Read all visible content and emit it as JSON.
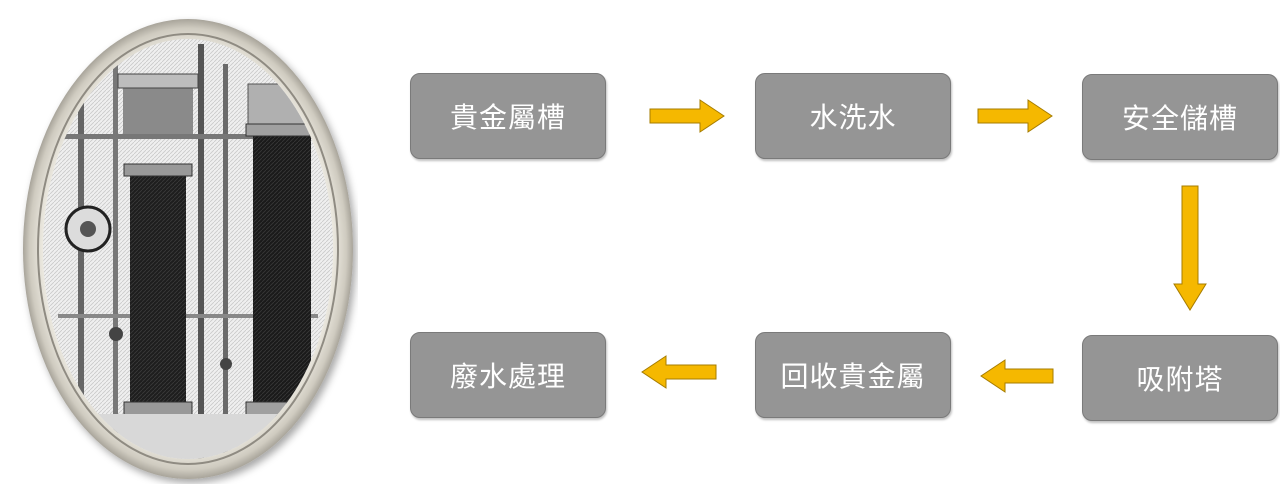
{
  "colors": {
    "box_fill": "#959595",
    "box_text": "#ffffff",
    "arrow_fill": "#f5b800",
    "arrow_stroke": "#a67c00",
    "frame": "#d9d6cc"
  },
  "flow": {
    "nodes": [
      {
        "id": "box-1",
        "label": "貴金屬槽"
      },
      {
        "id": "box-2",
        "label": "水洗水"
      },
      {
        "id": "box-3",
        "label": "安全儲槽"
      },
      {
        "id": "box-4",
        "label": "吸附塔"
      },
      {
        "id": "box-5",
        "label": "回收貴金屬"
      },
      {
        "id": "box-6",
        "label": "廢水處理"
      }
    ],
    "edges": [
      {
        "from": "box-1",
        "to": "box-2",
        "direction": "right"
      },
      {
        "from": "box-2",
        "to": "box-3",
        "direction": "right"
      },
      {
        "from": "box-3",
        "to": "box-4",
        "direction": "down"
      },
      {
        "from": "box-4",
        "to": "box-5",
        "direction": "left"
      },
      {
        "from": "box-5",
        "to": "box-6",
        "direction": "left"
      }
    ]
  },
  "photo": {
    "icon": "filter-columns-sketch",
    "description_shown": false
  }
}
